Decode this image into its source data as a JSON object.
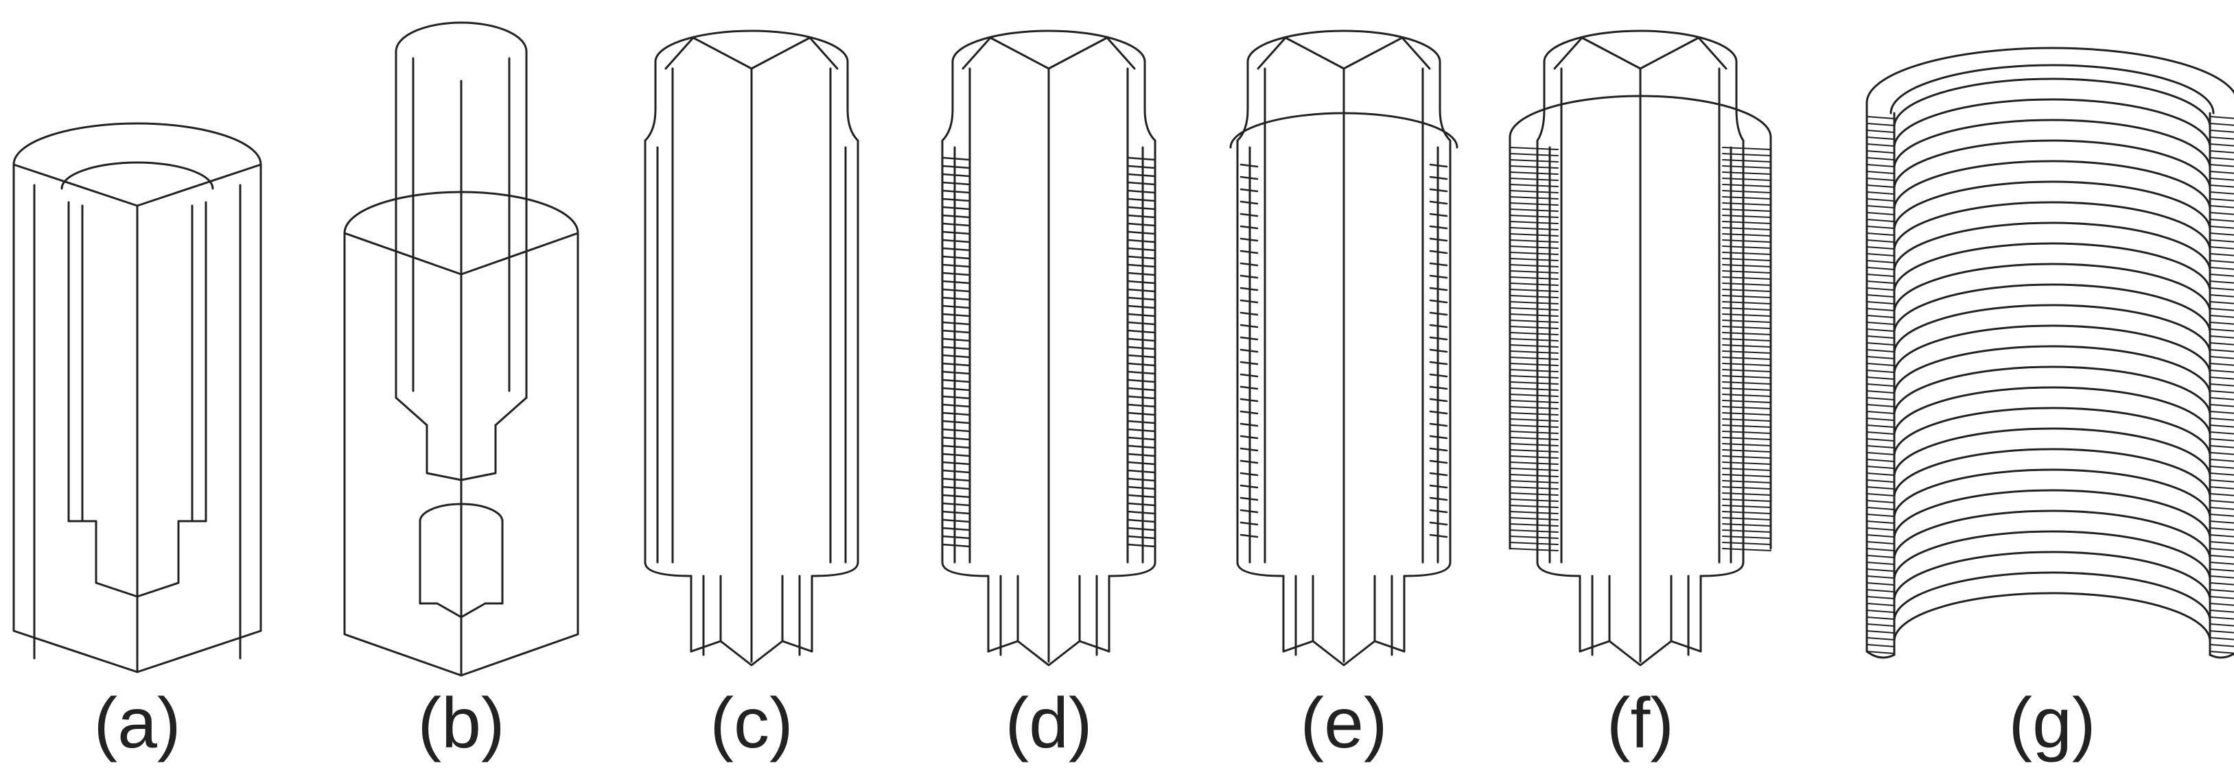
{
  "figure": {
    "stroke_color": "#222222",
    "fill_color": "#ffffff",
    "panels": [
      {
        "label": "(a)",
        "part": "cutaway-cylinder",
        "winding": "none"
      },
      {
        "label": "(b)",
        "part": "cutaway-mold-with-mandrel",
        "winding": "none"
      },
      {
        "label": "(c)",
        "part": "stepped-mandrel",
        "winding": "none"
      },
      {
        "label": "(d)",
        "part": "stepped-mandrel",
        "winding": "fine"
      },
      {
        "label": "(e)",
        "part": "stepped-mandrel",
        "winding": "thin-sleeve"
      },
      {
        "label": "(f)",
        "part": "stepped-mandrel",
        "winding": "dense"
      },
      {
        "label": "(g)",
        "part": "coiled-shell",
        "winding": "coil"
      }
    ]
  }
}
